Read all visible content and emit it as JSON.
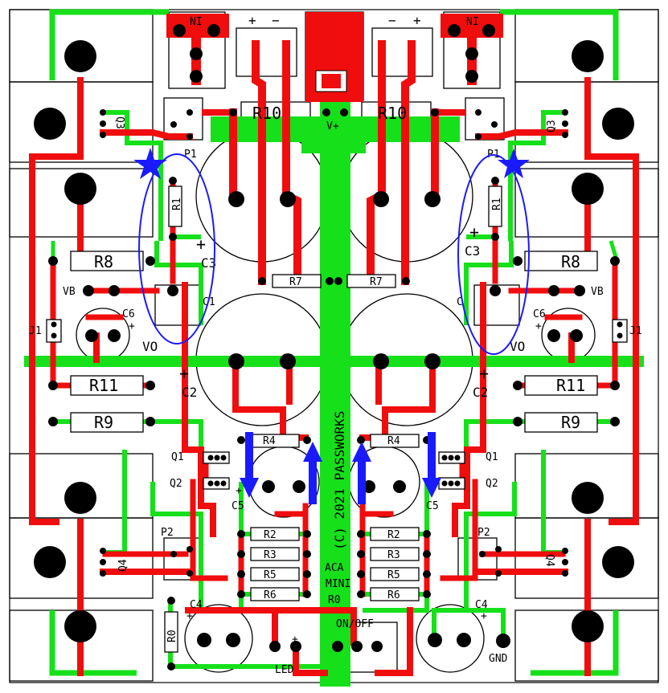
{
  "colors": {
    "background": "#ffffff",
    "top_copper": "#16e01a",
    "bottom_copper": "#f00d0d",
    "silkscreen": "#000000",
    "annotation": "#1a1aff"
  },
  "board": {
    "connectors": {
      "ni_left": "NI",
      "ni_right": "NI",
      "plus": "+",
      "minus": "−",
      "v_plus": "V+",
      "gnd": "GND",
      "on_off": "ON/OFF",
      "led": "LED"
    },
    "left": {
      "q3": "Q3",
      "q4": "Q4",
      "p1": "P1",
      "p2": "P2",
      "r1": "R1",
      "r8": "R8",
      "r9": "R9",
      "r11": "R11",
      "r10": "R10",
      "r7": "R7",
      "r4": "R4",
      "r2": "R2",
      "r3": "R3",
      "r5": "R5",
      "r6": "R6",
      "c2": "C2",
      "c3": "C3",
      "c4": "C4",
      "c5": "C5",
      "c6": "C6",
      "c1": "C1",
      "q1": "Q1",
      "q2": "Q2",
      "vb": "VB",
      "vo": "VO",
      "j1": "J1",
      "r0": "R0"
    },
    "right": {
      "q3": "Q3",
      "q4": "Q4",
      "p1": "P1",
      "p2": "P2",
      "r1": "R1",
      "r8": "R8",
      "r9": "R9",
      "r11": "R11",
      "r10": "R10",
      "r7": "R7",
      "r4": "R4",
      "r2": "R2",
      "r3": "R3",
      "r5": "R5",
      "r6": "R6",
      "c2": "C2",
      "c3": "C3",
      "c4": "C4",
      "c5": "C5",
      "c6": "C6",
      "c1": "C",
      "q1": "Q1",
      "q2": "Q2",
      "vb": "VB",
      "vo": "VO",
      "j1": "J1"
    },
    "center_text": {
      "copyright": "(C) 2021 PASSWORKS",
      "aca": "ACA",
      "mini": "MINI",
      "r0": "R0"
    },
    "polarity_plus": "+"
  }
}
